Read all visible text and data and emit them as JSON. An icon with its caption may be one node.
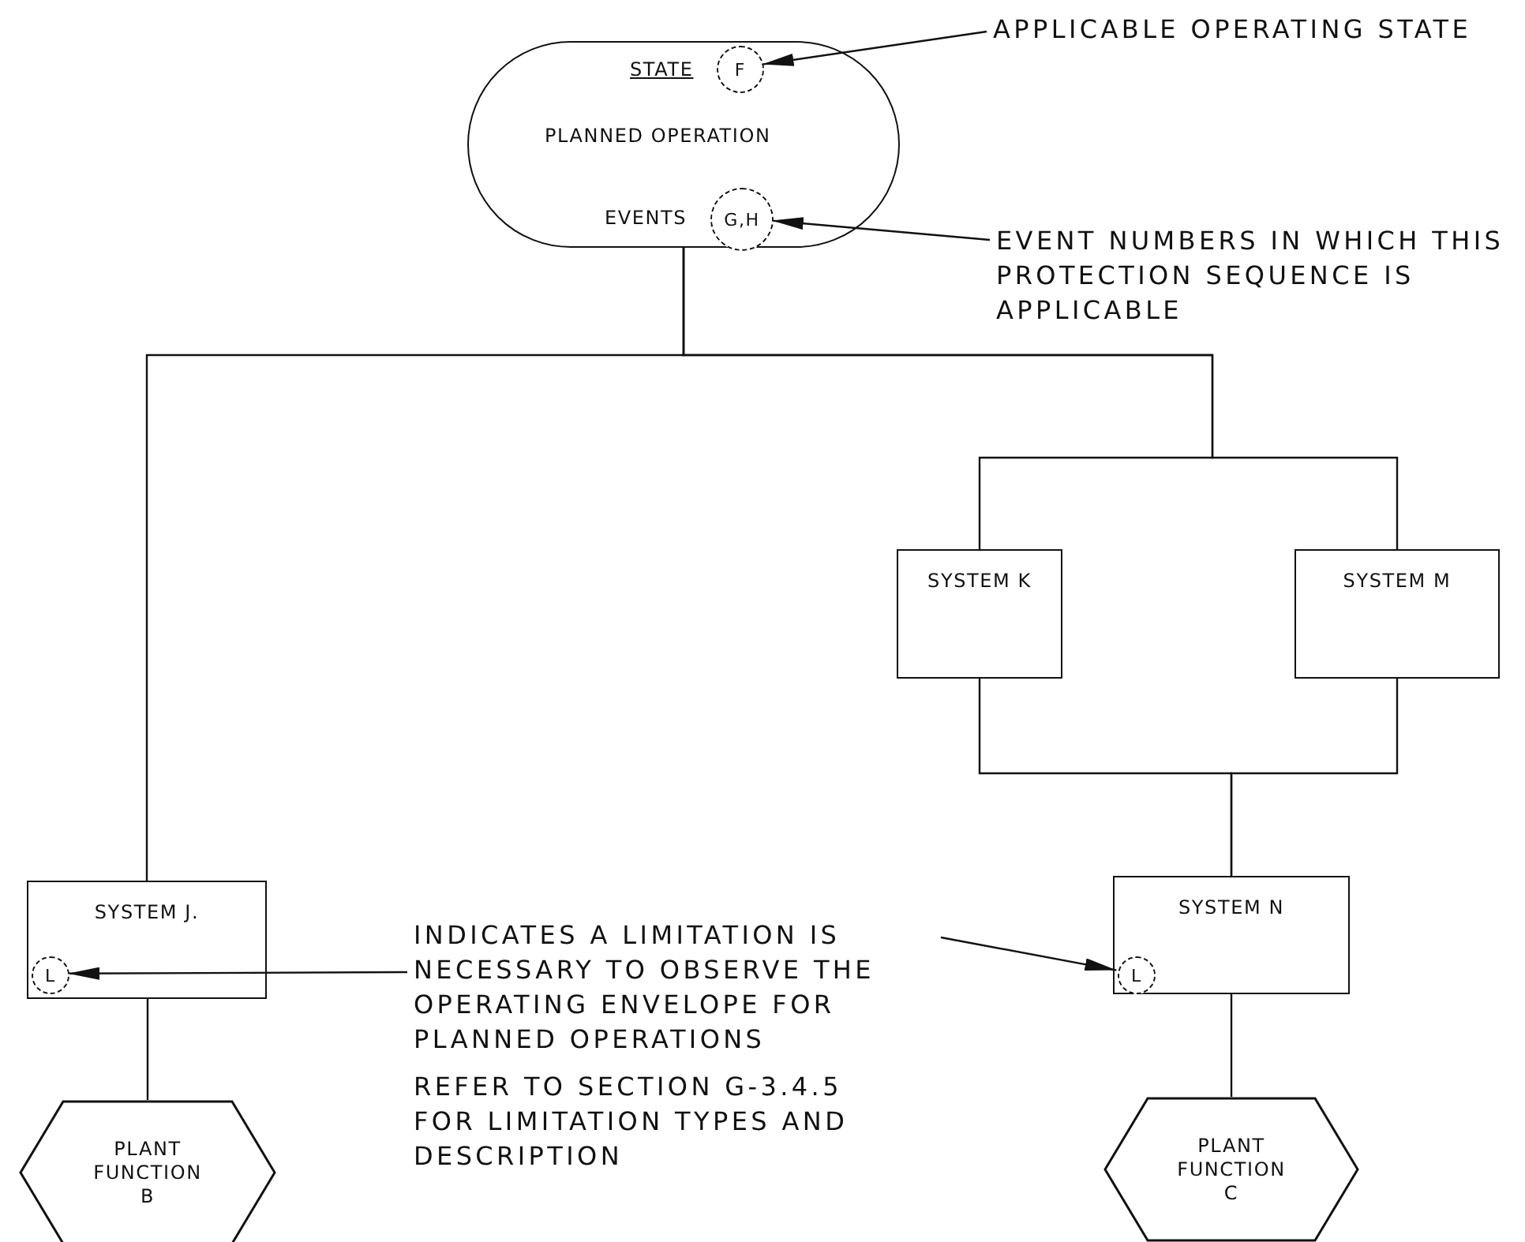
{
  "diagram": {
    "nodes": [
      {
        "text": [
          "STATE",
          "PLANNED OPERATION",
          "EVENTS"
        ]
      },
      {
        "text": [
          "F"
        ],
        "in": 0
      },
      {
        "text": [
          "G,H"
        ],
        "in": 0
      },
      {
        "text": [
          "APPLICABLE OPERATING STATE"
        ]
      },
      {
        "text": [
          "EVENT NUMBERS IN WHICH THIS PROTECTION SEQUENCE IS APPLICABLE"
        ]
      },
      {
        "text": [
          "SYSTEM K"
        ]
      },
      {
        "text": [
          "SYSTEM M"
        ]
      },
      {
        "text": [
          "SYSTEM J."
        ]
      },
      {
        "text": [
          "L"
        ],
        "in": 7
      },
      {
        "text": [
          "INDICATES A LIMITATION IS NECESSARY TO OBSERVE THE OPERATING ENVELOPE FOR PLANNED OPERATIONS"
        ]
      },
      {
        "text": [
          "SYSTEM N"
        ]
      },
      {
        "text": [
          "L"
        ],
        "in": 10
      },
      {
        "text": [
          "PLANT FUNCTION B"
        ]
      },
      {
        "text": [
          "PLANT FUNCTION C"
        ]
      }
    ],
    "edges": [
      {
        "from": 3,
        "to": 1,
        "arrow": "to"
      },
      {
        "from": 4,
        "to": 2,
        "arrow": "to"
      },
      {
        "from": 0,
        "to": 7,
        "arrow": "none"
      },
      {
        "from": 0,
        "to": 5,
        "arrow": "none"
      },
      {
        "from": 0,
        "to": 6,
        "arrow": "none"
      },
      {
        "from": 5,
        "to": 10,
        "arrow": "none"
      },
      {
        "from": 6,
        "to": 10,
        "arrow": "none"
      },
      {
        "from": 9,
        "to": 8,
        "arrow": "to"
      },
      {
        "from": 9,
        "to": 11,
        "arrow": "to"
      },
      {
        "from": 7,
        "to": 12,
        "arrow": "none"
      },
      {
        "from": 10,
        "to": 13,
        "arrow": "none"
      }
    ],
    "labels": [
      "REFER TO SECTION G-3.4.5 FOR LIMITATION TYPES AND DESCRIPTION"
    ]
  }
}
